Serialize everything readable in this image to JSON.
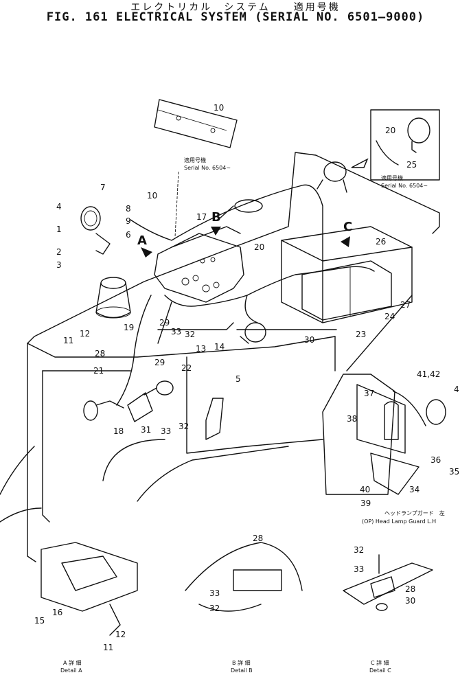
{
  "title": {
    "japanese": "エレクトリカル　システム　　適用号機",
    "english": "FIG. 161  ELECTRICAL  SYSTEM  (SERIAL  NO. 6501–9000)"
  },
  "view_labels": {
    "A": "A",
    "B": "B",
    "C": "C"
  },
  "serial_notes": {
    "top_left_jp": "適用号機",
    "top_left_en": "Serial  No. 6504~",
    "top_right_jp": "適用号機",
    "top_right_en": "Serial  No. 6504~"
  },
  "head_lamp_guard": {
    "jp": "ヘッドランプガード　左",
    "en": "(OP) Head  Lamp  Guard  L.H"
  },
  "details": [
    {
      "jp": "A 詳 細",
      "en": "Detail A"
    },
    {
      "jp": "B 詳 細",
      "en": "Detail B"
    },
    {
      "jp": "C 詳 細",
      "en": "Detail C"
    }
  ],
  "callouts": {
    "c1": "1",
    "c2": "2",
    "c3": "3",
    "c4": "4",
    "c5": "5",
    "c6": "6",
    "c7": "7",
    "c8": "8",
    "c9": "9",
    "c10a": "10",
    "c10b": "10",
    "c11": "11",
    "c12": "12",
    "c13": "13",
    "c14": "14",
    "c17": "17",
    "c18": "18",
    "c19": "19",
    "c20a": "20",
    "c20b": "20",
    "c21": "21",
    "c22": "22",
    "c23": "23",
    "c24": "24",
    "c25": "25",
    "c26": "26",
    "c27": "27",
    "c28": "28",
    "c29a": "29",
    "c29b": "29",
    "c30": "30",
    "c31": "31",
    "c32a": "32",
    "c32b": "32",
    "c33a": "33",
    "c33b": "33",
    "c4r": "4",
    "c34": "34",
    "c35": "35",
    "c36": "36",
    "c37": "37",
    "c38": "38",
    "c39": "39",
    "c40": "40",
    "c4142": "41,42",
    "dA11": "11",
    "dA12": "12",
    "dA15": "15",
    "dA16": "16",
    "dB28": "28",
    "dB32": "32",
    "dB33": "33",
    "dC28": "28",
    "dC30": "30",
    "dC32": "32",
    "dC33": "33"
  }
}
